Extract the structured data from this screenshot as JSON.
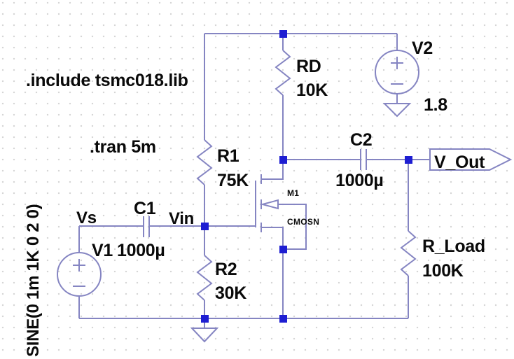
{
  "directives": {
    "include": ".include tsmc018.lib",
    "tran": ".tran 5m"
  },
  "components": {
    "v1": {
      "name": "V1",
      "value": "SINE(0 1m 1K 0 2 0)"
    },
    "v2": {
      "name": "V2",
      "value": "1.8"
    },
    "c1": {
      "name": "C1",
      "value": "1000µ"
    },
    "c2": {
      "name": "C2",
      "value": "1000µ"
    },
    "r1": {
      "name": "R1",
      "value": "75K"
    },
    "r2": {
      "name": "R2",
      "value": "30K"
    },
    "rd": {
      "name": "RD",
      "value": "10K"
    },
    "r_load": {
      "name": "R_Load",
      "value": "100K"
    },
    "m1": {
      "name": "M1",
      "model": "CMOSN"
    }
  },
  "nets": {
    "vs": "Vs",
    "vin": "Vin",
    "v_out": "V_Out"
  },
  "colors": {
    "wire": "#8585c2",
    "junction": "#1e1ed2",
    "text": "#0a0a0a",
    "grid_dot": "#d4d4d4",
    "background": "#ffffff"
  }
}
